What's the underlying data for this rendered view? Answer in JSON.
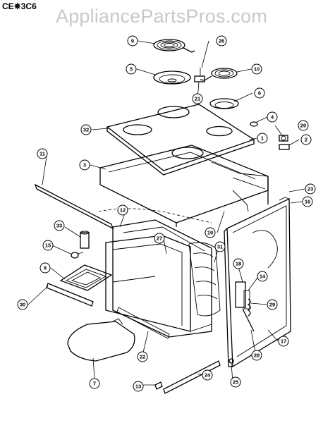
{
  "header": {
    "model_code": "CE✵3C6",
    "watermark": "AppliancePartsPros.com"
  },
  "callouts": [
    "9",
    "26",
    "5",
    "10",
    "21",
    "6",
    "4",
    "20",
    "2",
    "32",
    "1",
    "11",
    "3",
    "23",
    "16",
    "12",
    "19",
    "33",
    "27",
    "15",
    "31",
    "18",
    "14",
    "8",
    "29",
    "30",
    "28",
    "22",
    "17",
    "25",
    "24",
    "7",
    "13"
  ]
}
